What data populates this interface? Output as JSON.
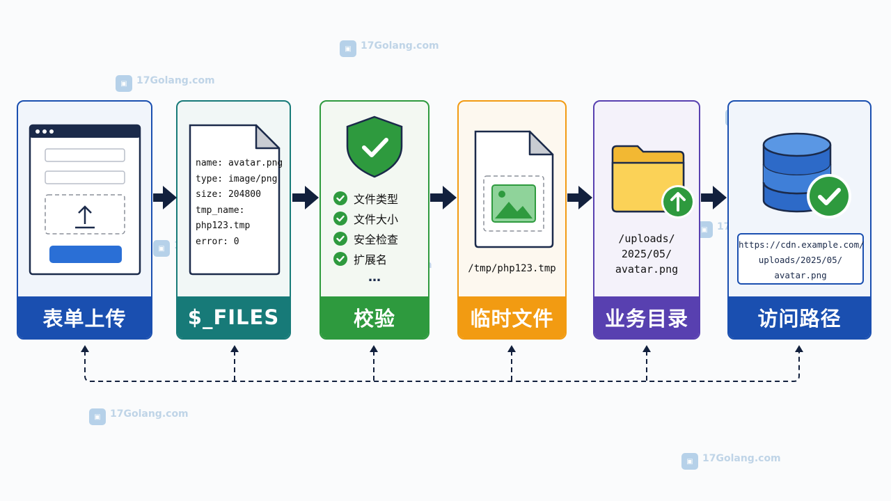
{
  "watermark": {
    "text": "17Golang.com"
  },
  "steps": [
    {
      "id": "form",
      "label": "表单上传",
      "color": "#1a4fb0",
      "bg": "#f1f5fb"
    },
    {
      "id": "files",
      "label": "$_FILES",
      "color": "#177a78",
      "bg": "#f1f7f6",
      "lines": [
        "name: avatar.png",
        "type: image/png",
        "size: 204800",
        "tmp_name:",
        "php123.tmp",
        "error: 0"
      ]
    },
    {
      "id": "validate",
      "label": "校验",
      "color": "#2e9a3e",
      "bg": "#f3f8f2",
      "checks": [
        "文件类型",
        "文件大小",
        "安全检查",
        "扩展名"
      ],
      "more": "…"
    },
    {
      "id": "temp",
      "label": "临时文件",
      "color": "#f29b12",
      "bg": "#fdf8ef",
      "path": "/tmp/php123.tmp"
    },
    {
      "id": "dir",
      "label": "业务目录",
      "color": "#5840b0",
      "bg": "#f4f2fa",
      "path_lines": [
        "/uploads/",
        "2025/05/",
        "avatar.png"
      ]
    },
    {
      "id": "url",
      "label": "访问路径",
      "color": "#1a4fb0",
      "bg": "#f1f5fb",
      "url_lines": [
        "https://cdn.example.com/",
        "uploads/2025/05/",
        "avatar.png"
      ]
    }
  ]
}
